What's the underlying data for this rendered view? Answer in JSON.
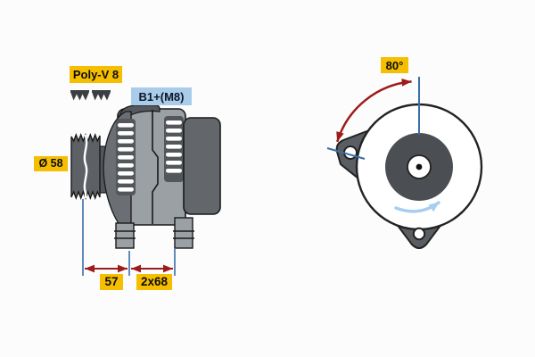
{
  "figure_title": "Alternator technical drawing, side view and pulley-end view",
  "colors": {
    "label_yellow": "#F6BE00",
    "label_blue": "#A9CCEA",
    "dimension_line_blue": "#3A6EA8",
    "dimension_arrow_red": "#9E1B1B",
    "rotation_arrow_blue": "#A7CEF0",
    "body_gray": "#9AA0A4",
    "housing_dark_gray": "#6B6F73",
    "pulley_dark_gray": "#5D6165"
  },
  "icons": {
    "belt_profile": "ribbed-v-belt-cross-section",
    "rotation": "curved-clockwise-arrow",
    "angle_arc": "double-headed-arc-arrow"
  },
  "side_view": {
    "belt_type_label": "Poly-V 8",
    "terminal_label": "B1+(M8)",
    "pulley_diameter_label": "Ø 58",
    "dimension_pulley_to_foot": "57",
    "dimension_feet": "2x68"
  },
  "front_view": {
    "mounting_angle_label": "80°"
  }
}
